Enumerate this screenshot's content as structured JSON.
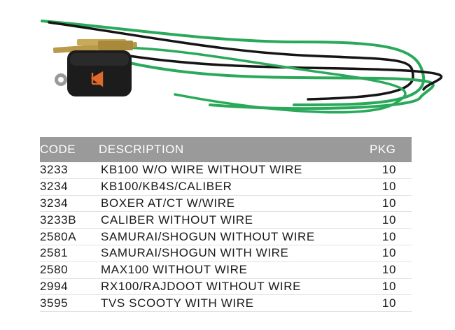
{
  "product": {
    "image_alt": "horn switch with black and green wires",
    "icon": "horn-icon",
    "colors": {
      "body": "#1c1c1c",
      "icon": "#e06a2a",
      "green_wire": "#2aa95a",
      "black_wire": "#151515",
      "tab": "#b89a4a"
    }
  },
  "table": {
    "header": {
      "code": "CODE",
      "description": "DESCRIPTION",
      "pkg": "PKG"
    },
    "rows": [
      {
        "code": "3233",
        "description": "KB100 W/O WIRE WITHOUT WIRE",
        "pkg": "10"
      },
      {
        "code": "3234",
        "description": "KB100/KB4S/CALIBER",
        "pkg": "10"
      },
      {
        "code": "3234",
        "description": "BOXER AT/CT W/WIRE",
        "pkg": "10"
      },
      {
        "code": "3233B",
        "description": "CALIBER WITHOUT WIRE",
        "pkg": "10"
      },
      {
        "code": "2580A",
        "description": "SAMURAI/SHOGUN WITHOUT WIRE",
        "pkg": "10"
      },
      {
        "code": "2581",
        "description": "SAMURAI/SHOGUN WITH WIRE",
        "pkg": "10"
      },
      {
        "code": "2580",
        "description": "MAX100 WITHOUT WIRE",
        "pkg": "10"
      },
      {
        "code": "2994",
        "description": "RX100/RAJDOOT WITHOUT WIRE",
        "pkg": "10"
      },
      {
        "code": "3595",
        "description": "TVS SCOOTY WITH WIRE",
        "pkg": "10"
      }
    ]
  }
}
